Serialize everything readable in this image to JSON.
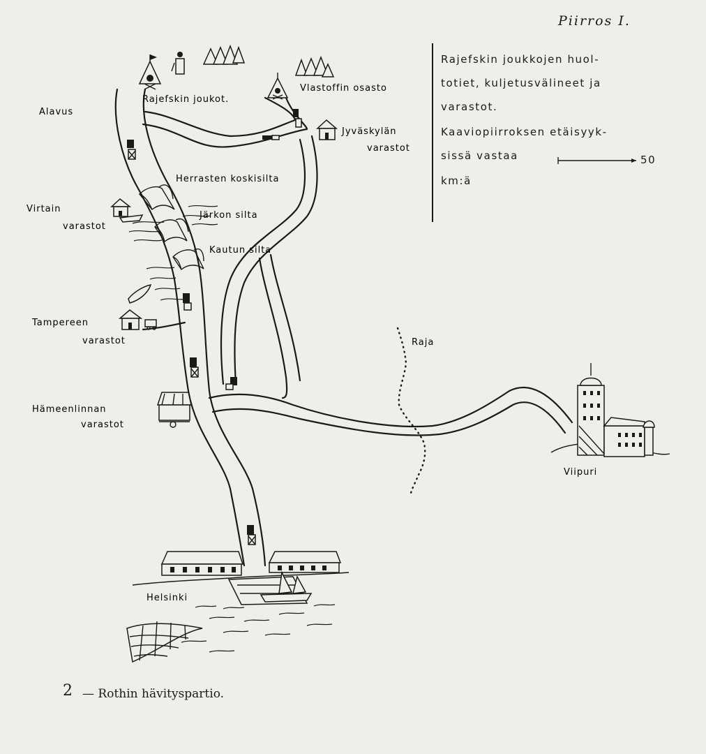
{
  "header": {
    "title": "Piirros I."
  },
  "legend": {
    "lines": [
      "Rajefskin joukkojen huol-",
      "totiet, kuljetusvälineet ja",
      "varastot.",
      "Kaaviopiirroksen etäisyyk-",
      "sissä vastaa",
      "km:ä"
    ],
    "scale_value": "50"
  },
  "labels": {
    "rajefski_troops": "Rajefskin joukot.",
    "vlastoff": "Vlastoffin osasto",
    "alavus": "Alavus",
    "jyvaskyla_line1": "Jyväskylän",
    "jyvaskyla_line2": "varastot",
    "herrasten": "Herrasten koskisilta",
    "virtain_line1": "Virtain",
    "virtain_line2": "varastot",
    "jarkon": "Järkon silta",
    "kautun": "Kautun silta",
    "tampereen_line1": "Tampereen",
    "tampereen_line2": "varastot",
    "raja": "Raja",
    "hameenlinnan_line1": "Hämeenlinnan",
    "hameenlinnan_line2": "varastot",
    "viipuri": "Viipuri",
    "helsinki": "Helsinki"
  },
  "caption": {
    "number": "2",
    "text": "— Rothin hävityspartio."
  },
  "icons": [
    "tent-icon",
    "skull-flag-icon",
    "house-icon",
    "wagon-icon",
    "boat-icon",
    "sailing-ship-icon",
    "castle-icon",
    "bridge-icon"
  ]
}
